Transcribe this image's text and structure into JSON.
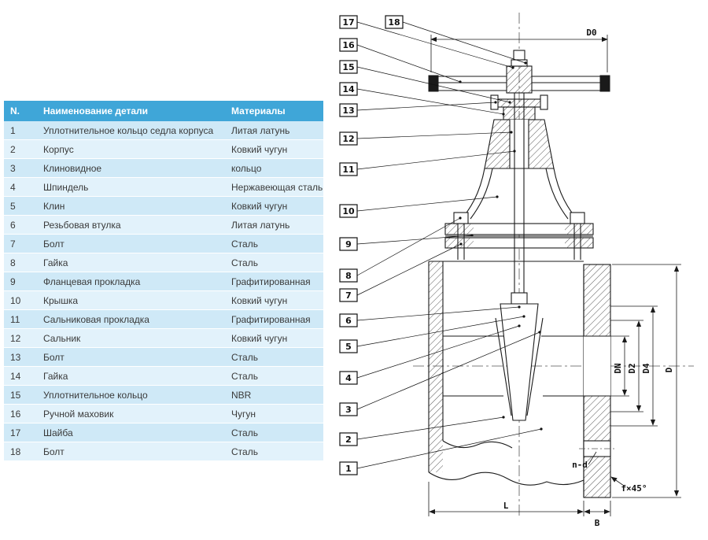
{
  "table": {
    "headers": {
      "num": "N.",
      "name": "Наименование детали",
      "material": "Материалы"
    },
    "rows": [
      {
        "num": "1",
        "name": "Уплотнительное кольцо седла корпуса",
        "material": "Литая латунь"
      },
      {
        "num": "2",
        "name": "Корпус",
        "material": "Ковкий чугун"
      },
      {
        "num": "3",
        "name": "Клиновидное",
        "material": "кольцо"
      },
      {
        "num": "4",
        "name": "Шпиндель",
        "material": "Нержавеющая сталь"
      },
      {
        "num": "5",
        "name": "Клин",
        "material": "Ковкий чугун"
      },
      {
        "num": "6",
        "name": "Резьбовая втулка",
        "material": "Литая латунь"
      },
      {
        "num": "7",
        "name": "Болт",
        "material": "Сталь"
      },
      {
        "num": "8",
        "name": "Гайка",
        "material": "Сталь"
      },
      {
        "num": "9",
        "name": "Фланцевая прокладка",
        "material": "Графитированная"
      },
      {
        "num": "10",
        "name": "Крышка",
        "material": "Ковкий чугун"
      },
      {
        "num": "11",
        "name": "Сальниковая прокладка",
        "material": "Графитированная"
      },
      {
        "num": "12",
        "name": "Сальник",
        "material": "Ковкий чугун"
      },
      {
        "num": "13",
        "name": "Болт",
        "material": "Сталь"
      },
      {
        "num": "14",
        "name": "Гайка",
        "material": "Сталь"
      },
      {
        "num": "15",
        "name": "Уплотнительное кольцо",
        "material": "NBR"
      },
      {
        "num": "16",
        "name": "Ручной маховик",
        "material": "Чугун"
      },
      {
        "num": "17",
        "name": "Шайба",
        "material": "Сталь"
      },
      {
        "num": "18",
        "name": "Болт",
        "material": "Сталь"
      }
    ]
  },
  "drawing": {
    "callouts": [
      {
        "label": "17"
      },
      {
        "label": "18"
      },
      {
        "label": "16"
      },
      {
        "label": "15"
      },
      {
        "label": "14"
      },
      {
        "label": "13"
      },
      {
        "label": "12"
      },
      {
        "label": "11"
      },
      {
        "label": "10"
      },
      {
        "label": "9"
      },
      {
        "label": "8"
      },
      {
        "label": "7"
      },
      {
        "label": "6"
      },
      {
        "label": "5"
      },
      {
        "label": "4"
      },
      {
        "label": "3"
      },
      {
        "label": "2"
      },
      {
        "label": "1"
      }
    ],
    "dimensions": {
      "d0": "D0",
      "d": "D",
      "dn": "DN",
      "d2": "D2",
      "d4": "D4",
      "l": "L",
      "b": "B",
      "nd": "n-d",
      "f45": "f×45°"
    }
  },
  "colors": {
    "header_bg": "#3FA6D8",
    "row_odd": "#CFE9F7",
    "row_even": "#E2F2FB",
    "line": "#1a1a1a"
  }
}
